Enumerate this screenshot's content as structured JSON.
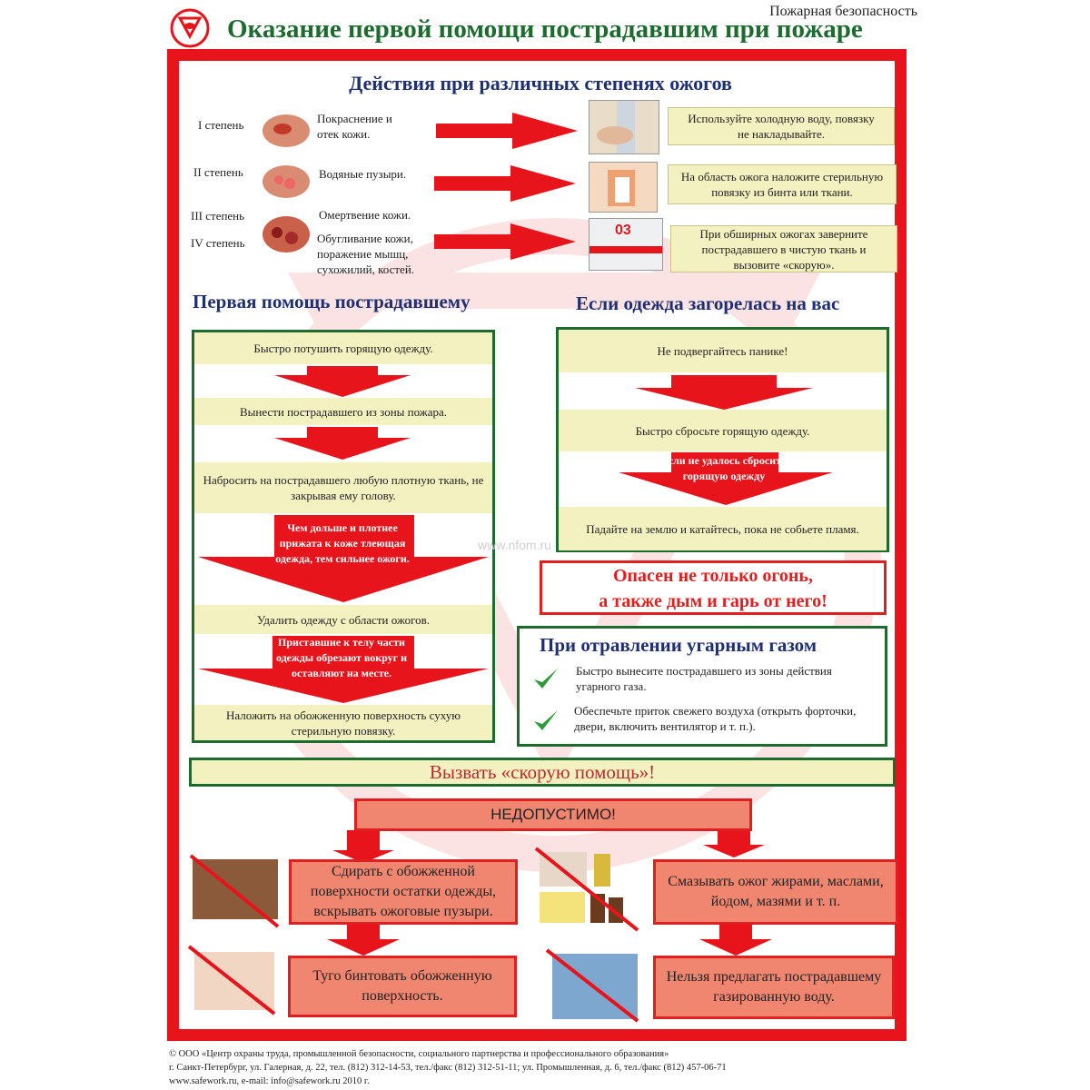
{
  "header": {
    "category": "Пожарная безопасность",
    "title": "Оказание первой помощи пострадавшим при пожаре",
    "logo_icon": "safework-logo-icon"
  },
  "colors": {
    "frame_red": "#e8141b",
    "title_green": "#1d6b2e",
    "heading_blue": "#1f3072",
    "box_green": "#1d6b2e",
    "cream": "#f4f1c1",
    "salmon": "#f08670"
  },
  "burns": {
    "heading": "Действия при различных степенях ожогов",
    "degrees": [
      {
        "label": "I степень",
        "description": "Покраснение и отек кожи."
      },
      {
        "label": "II степень",
        "description": "Водяные пузыри."
      },
      {
        "label": "III степень",
        "description": "Омертвение кожи."
      },
      {
        "label": "IV степень",
        "description": "Обугливание кожи, поражение мышц, сухожилий, костей."
      }
    ],
    "actions": [
      "Используйте холодную воду, повязку не накладывайте.",
      "На область ожога наложите стерильную повязку из бинта или ткани.",
      "При обширных ожогах заверните пострадавшего в чистую ткань и вызовите «скорую»."
    ],
    "ambulance_number": "03"
  },
  "first_aid": {
    "heading": "Первая помощь пострадавшему",
    "steps": [
      "Быстро потушить горящую одежду.",
      "Вынести пострадавшего из зоны пожара.",
      "Набросить на пострадавшего любую плотную ткань, не закрывая ему голову.",
      "Удалить одежду с области ожогов.",
      "Наложить на обожженную поверхность сухую стерильную повязку."
    ],
    "warnings": [
      "Чем дольше и плотнее прижата к коже тлеющая одежда, тем сильнее ожоги.",
      "Приставшие к телу части одежды обрезают вокруг и оставляют на месте."
    ]
  },
  "clothes_fire": {
    "heading": "Если одежда загорелась на вас",
    "steps": [
      "Не подвергайтесь панике!",
      "Быстро сбросьте горящую одежду.",
      "Падайте на землю и катайтесь, пока не собьете пламя."
    ],
    "warning": "Если не удалось сбросить горящую одежду"
  },
  "smoke_warning": {
    "line1": "Опасен не только огонь,",
    "line2": "а также дым и гарь от него!"
  },
  "co_poisoning": {
    "heading": "При отравлении угарным газом",
    "items": [
      "Быстро вынесите пострадавшего из зоны действия угарного газа.",
      "Обеспечьте приток свежего воздуха (открыть форточки, двери, включить вентилятор и т. п.)."
    ]
  },
  "call_ambulance": "Вызвать «скорую помощь»!",
  "watermark": "www.nfom.ru",
  "forbidden": {
    "heading": "НЕДОПУСТИМО!",
    "items": [
      "Сдирать с обожженной поверхности остатки одежды, вскрывать ожоговые пузыри.",
      "Туго бинтовать обожженную поверхность.",
      "Смазывать ожог жирами, маслами, йодом, мазями и т. п.",
      "Нельзя предлагать пострадавшему газированную воду."
    ]
  },
  "footer": {
    "line1": "© ООО «Центр охраны труда, промышленной безопасности, социального партнерства и профессионального образования»",
    "line2": "г. Санкт-Петербург, ул. Галерная, д. 22, тел. (812) 312-14-53, тел./факс (812) 312-51-11; ул. Промышленная, д. 6, тел./факс (812) 457-06-71",
    "line3": "www.safework.ru, e-mail: info@safework.ru  2010 г."
  }
}
